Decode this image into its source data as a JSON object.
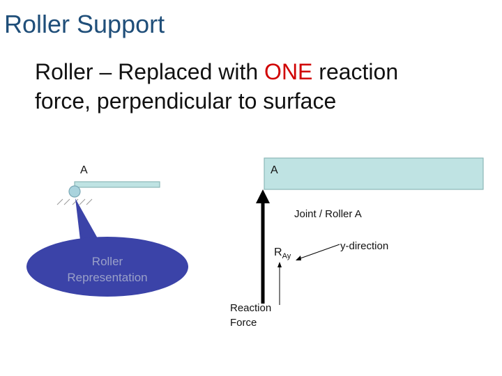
{
  "slide": {
    "title": "Roller Support",
    "subtitle": {
      "part1": "Roller – Replaced with ",
      "highlight": "ONE",
      "part2": " reaction",
      "line2": "force, perpendicular to surface"
    }
  },
  "diagram": {
    "left_label": "A",
    "right_label": "A",
    "roller_representation": {
      "line1": "Roller",
      "line2": "Representation"
    },
    "joint_label": "Joint / Roller A",
    "y_direction": "y-direction",
    "reaction_symbol": "R",
    "reaction_subscript": "Ay",
    "reaction_caption": {
      "line1": "Reaction",
      "line2": "Force"
    }
  },
  "colors": {
    "title": "#1f4e79",
    "highlight": "#d00000",
    "beam_fill": "#bfe3e3",
    "beam_stroke": "#8cb8b8",
    "ellipse_fill": "#3b43a8",
    "roller_circle": "#a9d3dd",
    "caption_text": "#9aa0c8"
  }
}
